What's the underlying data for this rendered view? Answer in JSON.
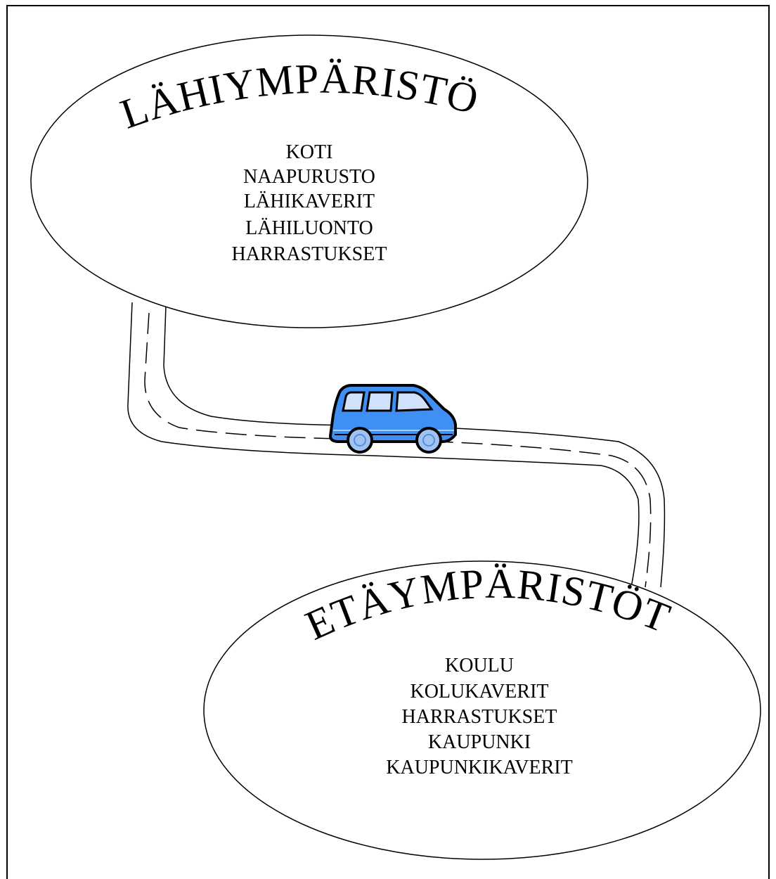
{
  "top": {
    "title": "LÄHIYMPÄRISTÖ",
    "items": [
      "KOTI",
      "NAAPURUSTO",
      "LÄHIKAVERIT",
      "LÄHILUONTO",
      "HARRASTUKSET"
    ]
  },
  "bottom": {
    "title": "ETÄYMPÄRISTÖT",
    "items": [
      "KOULU",
      "KOLUKAVERIT",
      "HARRASTUKSET",
      "KAUPUNKI",
      "KAUPUNKIKAVERIT"
    ]
  },
  "colors": {
    "car_body": "#3f8ff4",
    "car_window": "#cfe1fb",
    "car_wheel": "#9fc4f4",
    "line": "#000000"
  },
  "icons": {
    "vehicle": "car-icon"
  }
}
